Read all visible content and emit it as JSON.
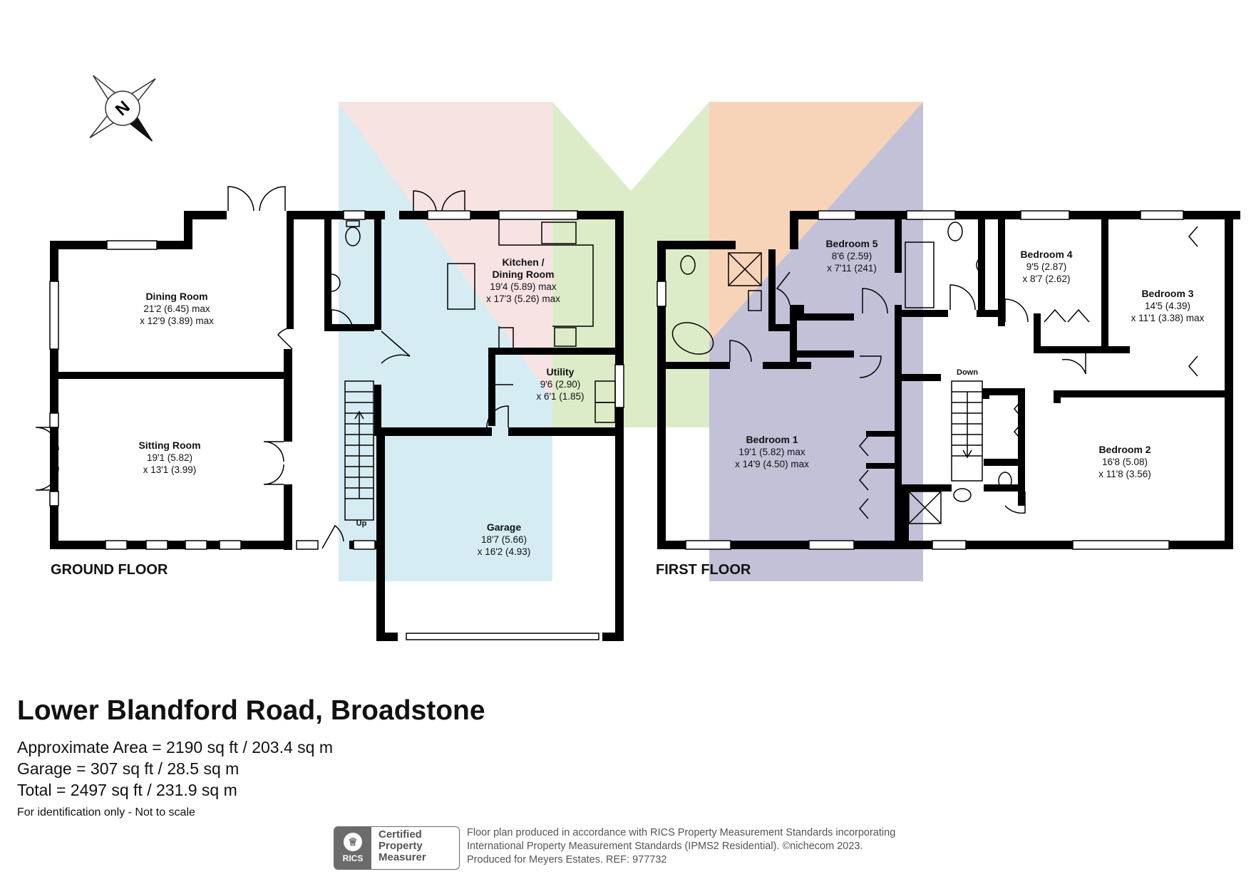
{
  "compass": {
    "label": "N"
  },
  "floors": {
    "ground": "GROUND FLOOR",
    "first": "FIRST FLOOR"
  },
  "rooms": {
    "dining": {
      "name": "Dining Room",
      "dim1": "21'2 (6.45) max",
      "dim2": "x 12'9 (3.89) max"
    },
    "sitting": {
      "name": "Sitting Room",
      "dim1": "19'1 (5.82)",
      "dim2": "x 13'1 (3.99)"
    },
    "kitchen": {
      "name1": "Kitchen /",
      "name2": "Dining Room",
      "dim1": "19'4 (5.89) max",
      "dim2": "x 17'3 (5.26) max"
    },
    "utility": {
      "name": "Utility",
      "dim1": "9'6 (2.90)",
      "dim2": "x 6'1 (1.85)"
    },
    "garage": {
      "name": "Garage",
      "dim1": "18'7 (5.66)",
      "dim2": "x 16'2 (4.93)"
    },
    "bed1": {
      "name": "Bedroom 1",
      "dim1": "19'1 (5.82) max",
      "dim2": "x 14'9 (4.50) max"
    },
    "bed2": {
      "name": "Bedroom 2",
      "dim1": "16'8 (5.08)",
      "dim2": "x 11'8 (3.56)"
    },
    "bed3": {
      "name": "Bedroom 3",
      "dim1": "14'5 (4.39)",
      "dim2": "x 11'1 (3.38) max"
    },
    "bed4": {
      "name": "Bedroom 4",
      "dim1": "9'5 (2.87)",
      "dim2": "x 8'7 (2.62)"
    },
    "bed5": {
      "name": "Bedroom 5",
      "dim1": "8'6 (2.59)",
      "dim2": "x 7'11 (241)"
    }
  },
  "stairs": {
    "up": "Up",
    "down": "Down"
  },
  "footer": {
    "title": "Lower Blandford Road, Broadstone",
    "area": "Approximate Area = 2190 sq ft / 203.4 sq m",
    "garage": "Garage = 307 sq ft / 28.5 sq m",
    "total": "Total = 2497 sq ft / 231.9 sq m",
    "note": "For identification only - Not to scale"
  },
  "badge": {
    "logo": "RICS",
    "line1": "Certified",
    "line2": "Property",
    "line3": "Measurer"
  },
  "disclaimer": {
    "line1": "Floor plan produced in accordance with RICS Property Measurement Standards incorporating",
    "line2": "International Property Measurement Standards (IPMS2 Residential).  ©nichecom 2023.",
    "line3": "Produced for Meyers Estates.   REF:  977732"
  },
  "colors": {
    "wall": "#000000",
    "watermark_blue": "#d6ecf3",
    "watermark_pink": "#f8e3e3",
    "watermark_green": "#dcecc8",
    "watermark_orange": "#f7d3b8",
    "watermark_purple": "#c3c1d8"
  }
}
